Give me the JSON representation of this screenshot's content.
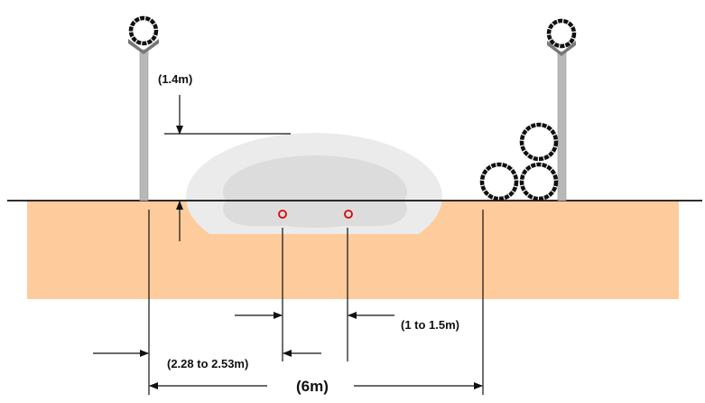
{
  "diagram": {
    "labels": {
      "height_above_ground": "(1.4m)",
      "conductor_spacing": "(1 to 1.5m)",
      "pole_to_conductor": "(2.28 to 2.53m)",
      "total_width": "(6m)"
    },
    "colors": {
      "soil": "#FDCB9C",
      "dome_outer": "#EBEBEB",
      "dome_inner": "#DCDCDC",
      "pole": "#B8B8B8",
      "conductor": "#E00000"
    }
  }
}
